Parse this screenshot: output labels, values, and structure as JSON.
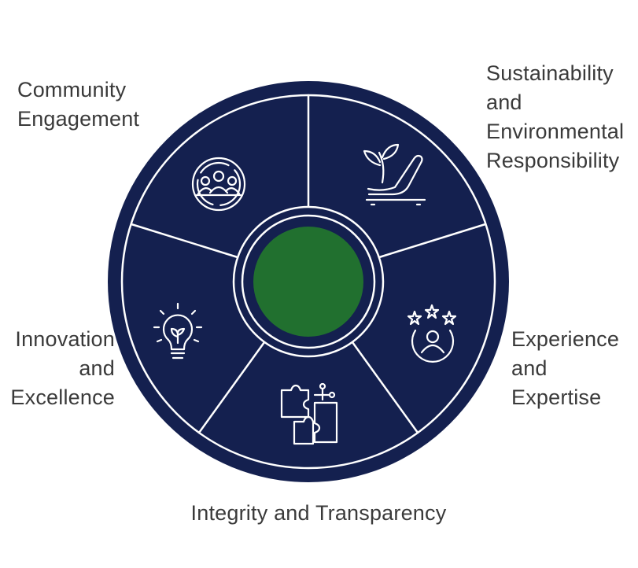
{
  "segments": [
    {
      "id": "community",
      "label_lines": [
        "Community",
        "Engagement"
      ],
      "icon": "community-icon"
    },
    {
      "id": "sustainability",
      "label_lines": [
        "Sustainability",
        "and",
        "Environmental",
        "Responsibility"
      ],
      "icon": "plant-hand-icon"
    },
    {
      "id": "experience",
      "label_lines": [
        "Experience",
        "and",
        "Expertise"
      ],
      "icon": "expert-rating-icon"
    },
    {
      "id": "integrity",
      "label_lines": [
        "Integrity and Transparency"
      ],
      "icon": "puzzle-icon"
    },
    {
      "id": "innovation",
      "label_lines": [
        "Innovation",
        "and",
        "Excellence"
      ],
      "icon": "lightbulb-icon"
    }
  ],
  "colors": {
    "wheel": "#14204f",
    "divider": "#ffffff",
    "hub": "#21702f",
    "label": "#3a3a3a"
  }
}
